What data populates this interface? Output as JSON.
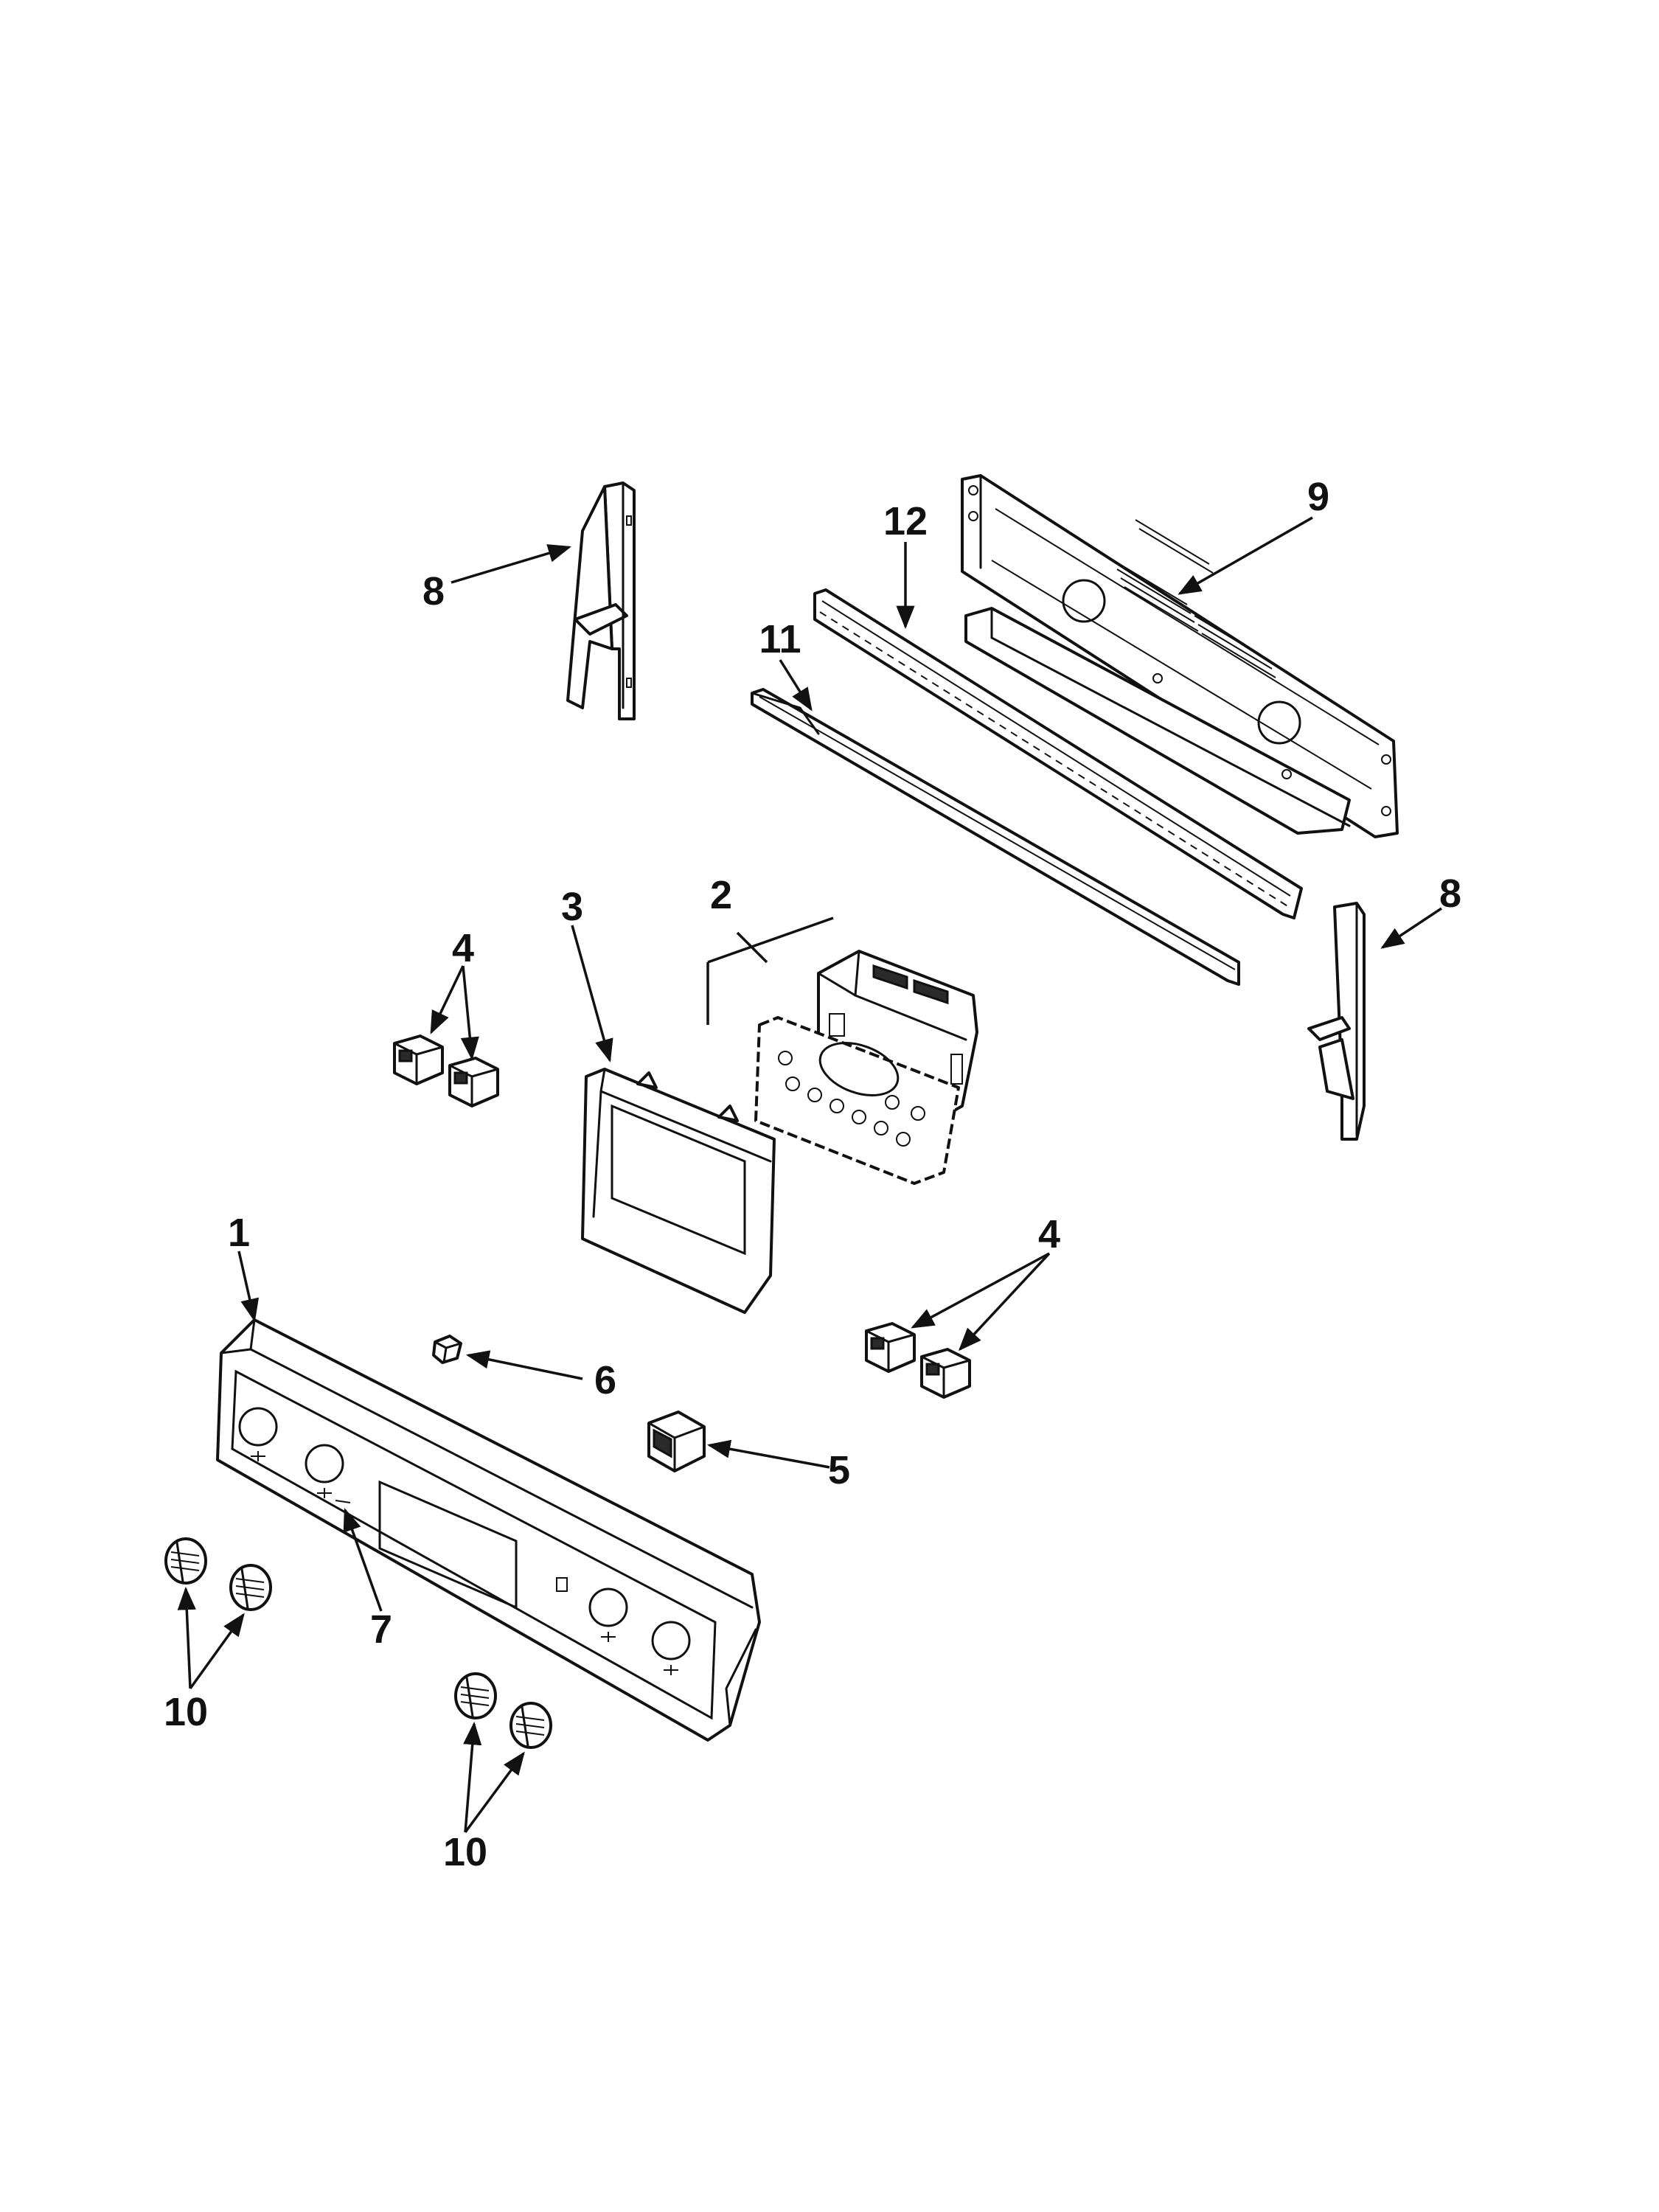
{
  "callouts": {
    "n1": "1",
    "n2": "2",
    "n3": "3",
    "n4a": "4",
    "n4b": "4",
    "n5": "5",
    "n6": "6",
    "n7": "7",
    "n8a": "8",
    "n8b": "8",
    "n9": "9",
    "n10a": "10",
    "n10b": "10",
    "n11": "11",
    "n12": "12"
  },
  "colors": {
    "line": "#111111",
    "background": "#ffffff"
  }
}
